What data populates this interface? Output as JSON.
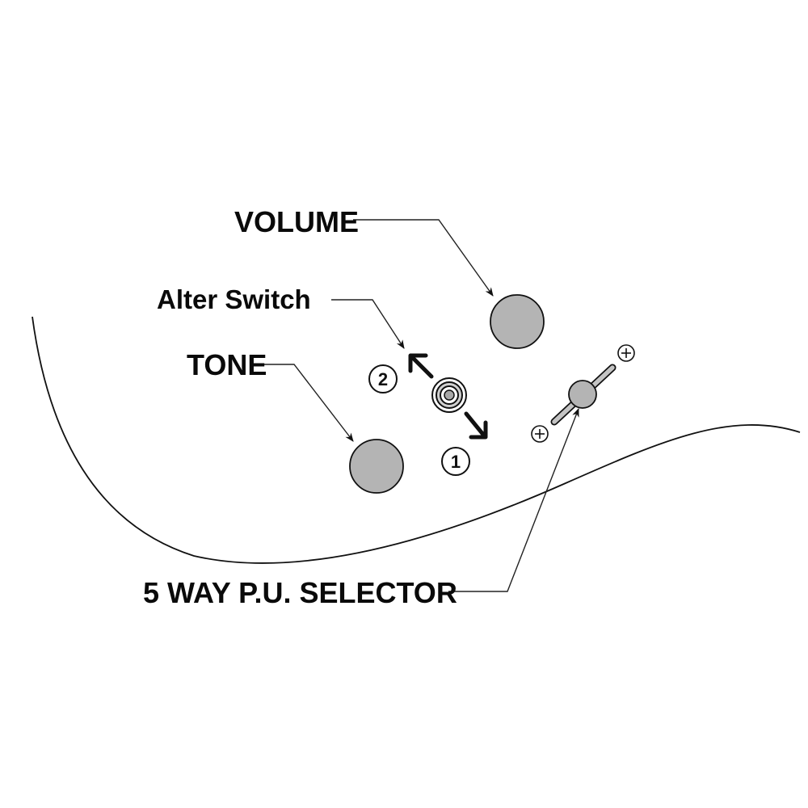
{
  "labels": {
    "volume": "VOLUME",
    "alter_switch": "Alter Switch",
    "tone": "TONE",
    "selector": "5 WAY P.U. SELECTOR"
  },
  "positions": {
    "one": "1",
    "two": "2"
  },
  "colors": {
    "knob_fill": "#b4b4b4",
    "outline": "#111111",
    "background": "#ffffff"
  }
}
